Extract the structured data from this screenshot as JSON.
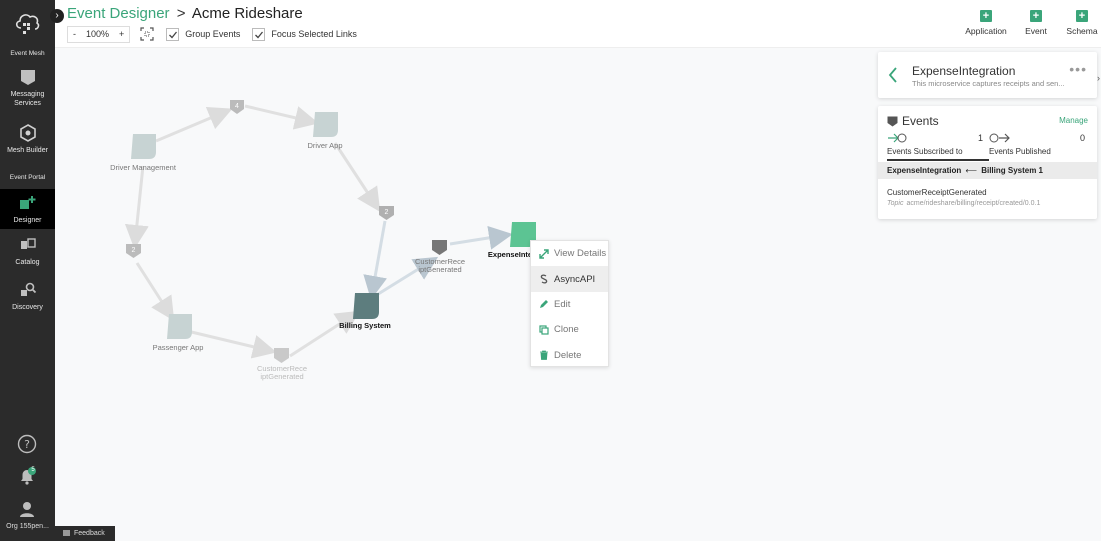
{
  "sidebar": {
    "sections": {
      "event_mesh": "Event Mesh",
      "event_portal": "Event Portal"
    },
    "items": [
      {
        "label_line1": "Messaging",
        "label_line2": "Services",
        "icon": "messaging-services-icon"
      },
      {
        "label_line1": "Mesh Builder",
        "label_line2": "",
        "icon": "mesh-builder-icon"
      },
      {
        "label_line1": "Designer",
        "label_line2": "",
        "icon": "designer-icon"
      },
      {
        "label_line1": "Catalog",
        "label_line2": "",
        "icon": "catalog-icon"
      },
      {
        "label_line1": "Discovery",
        "label_line2": "",
        "icon": "discovery-icon"
      }
    ],
    "notification_count": "5",
    "org_label": "Org 155pen...",
    "feedback_label": "Feedback"
  },
  "header": {
    "breadcrumb_link": "Event Designer",
    "breadcrumb_sep": ">",
    "breadcrumb_current": "Acme Rideshare",
    "zoom_minus": "-",
    "zoom_value": "100%",
    "zoom_plus": "+",
    "group_events_label": "Group Events",
    "focus_links_label": "Focus Selected Links",
    "actions": {
      "application": "Application",
      "event": "Event",
      "schema": "Schema"
    }
  },
  "graph": {
    "nodes": {
      "driver_management": "Driver Management",
      "driver_app": "Driver App",
      "passenger_app": "Passenger App",
      "billing_system": "Billing System",
      "customer_receipt_1_line1": "CustomerRece",
      "customer_receipt_1_line2": "iptGenerated",
      "customer_receipt_2_line1": "CustomerRece",
      "customer_receipt_2_line2": "iptGenerated",
      "expense_integration": "ExpenseInte"
    },
    "badges": {
      "top": "4",
      "right": "2",
      "left": "2"
    }
  },
  "context_menu": {
    "items": [
      "View Details",
      "AsyncAPI",
      "Edit",
      "Clone",
      "Delete"
    ]
  },
  "panel": {
    "app_name": "ExpenseIntegration",
    "app_description": "This microservice captures receipts and sen...",
    "events_title": "Events",
    "manage_label": "Manage",
    "subscribed_count": "1",
    "subscribed_label": "Events Subscribed to",
    "published_count": "0",
    "published_label": "Events Published",
    "relation_left": "ExpenseIntegration",
    "relation_arrow": "⟵",
    "relation_right": "Billing System 1",
    "event_name": "CustomerReceiptGenerated",
    "topic_label": "Topic",
    "topic_value": "acme/rideshare/billing/receipt/created/0.0.1"
  },
  "colors": {
    "accent": "#3aa57a",
    "sidebar_bg": "#2b2b2b",
    "app_node_faint": "#c7d3d3",
    "billing_node": "#5d7d7e",
    "expense_node": "#5cc493",
    "event_node": "#777777"
  }
}
